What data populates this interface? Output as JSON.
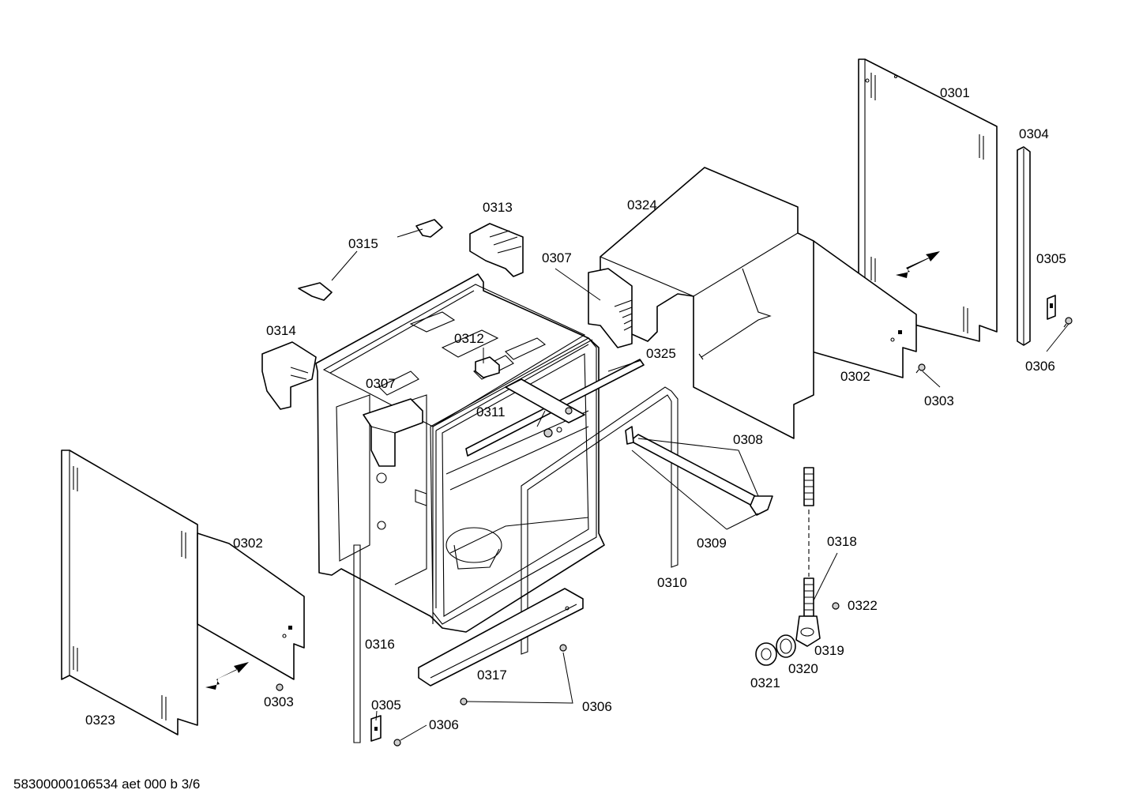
{
  "diagram": {
    "callouts": [
      "0301",
      "0302",
      "0302",
      "0303",
      "0303",
      "0304",
      "0305",
      "0305",
      "0306",
      "0306",
      "0306",
      "0307",
      "0307",
      "0308",
      "0309",
      "0310",
      "0311",
      "0312",
      "0313",
      "0314",
      "0315",
      "0316",
      "0317",
      "0318",
      "0319",
      "0320",
      "0321",
      "0322",
      "0323",
      "0324",
      "0325"
    ],
    "footer_text": "58300000106534 aet 000 b 3/6"
  }
}
